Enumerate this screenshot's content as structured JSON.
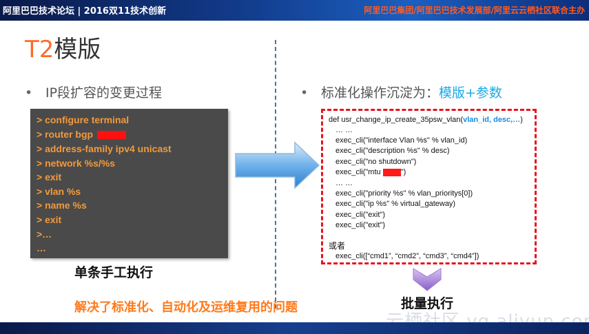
{
  "header": {
    "left_text": "阿里巴巴技术论坛 | 2016双11技术创新",
    "right_text": "阿里巴巴集团/阿里巴巴技术发展部/阿里云云栖社区联合主办"
  },
  "slide": {
    "title_accent": "T2",
    "title_main": "模版"
  },
  "left": {
    "bullet": "IP段扩容的变更过程",
    "commands": [
      "> configure terminal",
      "> router bgp",
      "> address-family ipv4 unicast",
      "> network %s/%s",
      "> exit",
      "> vlan %s",
      "> name %s",
      "> exit",
      ">…",
      "…"
    ],
    "caption": "单条手工执行"
  },
  "right": {
    "bullet_prefix": "标准化操作沉淀为：",
    "bullet_highlight": "模版+参数",
    "code": {
      "def_prefix": "def usr_change_ip_create_35psw_vlan(",
      "def_params": "vlan_id, desc,…",
      "def_suffix": ")",
      "lines": [
        "… …",
        "exec_cli(\"interface Vlan %s\" % vlan_id)",
        "exec_cli(\"description %s\" % desc)",
        "exec_cli(\"no shutdown\")"
      ],
      "mtu_prefix": "exec_cli(\"mtu ",
      "mtu_suffix": "\")",
      "lines2": [
        "… …",
        "exec_cli(\"priority %s\" % vlan_prioritys[0])",
        "exec_cli(\"ip %s\" % virtual_gateway)",
        "exec_cli(\"exit\")",
        "exec_cli(\"exit\")"
      ],
      "or_label": "或者",
      "batch_line": "exec_cli([“cmd1”, “cmd2”, “cmd3”, “cmd4”])"
    },
    "caption": "批量执行"
  },
  "conclusion": "解决了标准化、自动化及运维复用的问题",
  "watermark": "云栖社区 yq.aliyun.com",
  "colors": {
    "accent_orange": "#ff6a2a",
    "highlight_blue": "#19a9e8",
    "redaction_red": "#ff1010",
    "dashed_border_red": "#e8121c"
  }
}
